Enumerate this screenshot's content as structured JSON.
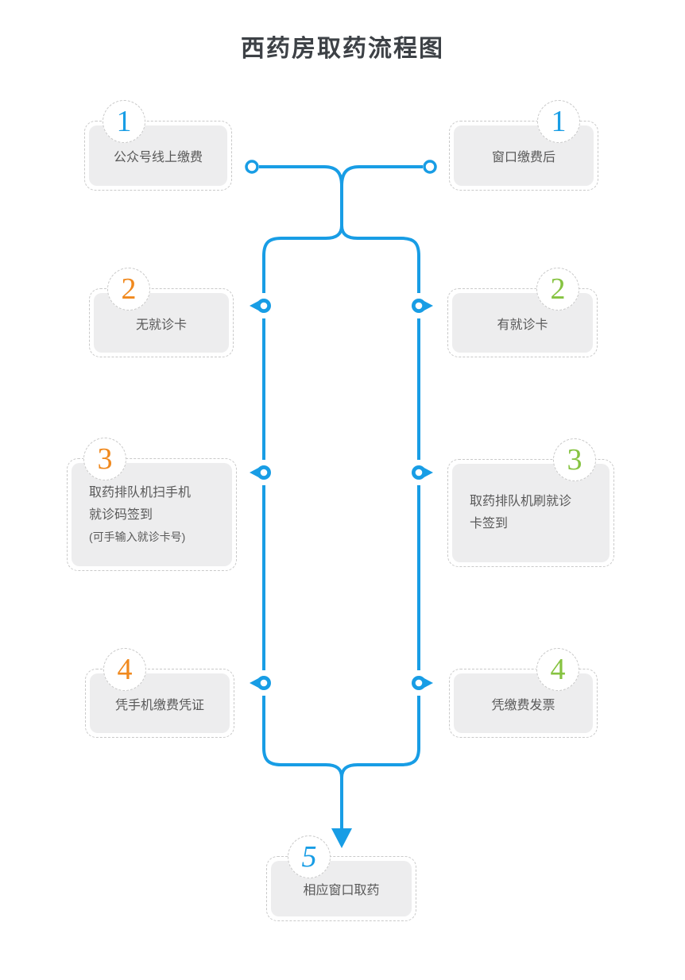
{
  "title": "西药房取药流程图",
  "colors": {
    "line": "#189de5",
    "blue": "#189de5",
    "orange": "#f0891e",
    "green": "#86c341",
    "box_fill": "#ededee",
    "box_border": "#c9c9c9",
    "text": "#595959",
    "title": "#3d4146"
  },
  "steps": {
    "l1": {
      "num": "1",
      "text": "公众号线上缴费"
    },
    "r1": {
      "num": "1",
      "text": "窗口缴费后"
    },
    "l2": {
      "num": "2",
      "text": "无就诊卡"
    },
    "r2": {
      "num": "2",
      "text": "有就诊卡"
    },
    "l3": {
      "num": "3",
      "line1": "取药排队机扫手机",
      "line2": "就诊码签到",
      "line3": "(可手输入就诊卡号)"
    },
    "r3": {
      "num": "3",
      "line1": "取药排队机刷就诊",
      "line2": "卡签到"
    },
    "l4": {
      "num": "4",
      "text": "凭手机缴费凭证"
    },
    "r4": {
      "num": "4",
      "text": "凭缴费发票"
    },
    "final": {
      "num": "5",
      "text": "相应窗口取药"
    }
  }
}
